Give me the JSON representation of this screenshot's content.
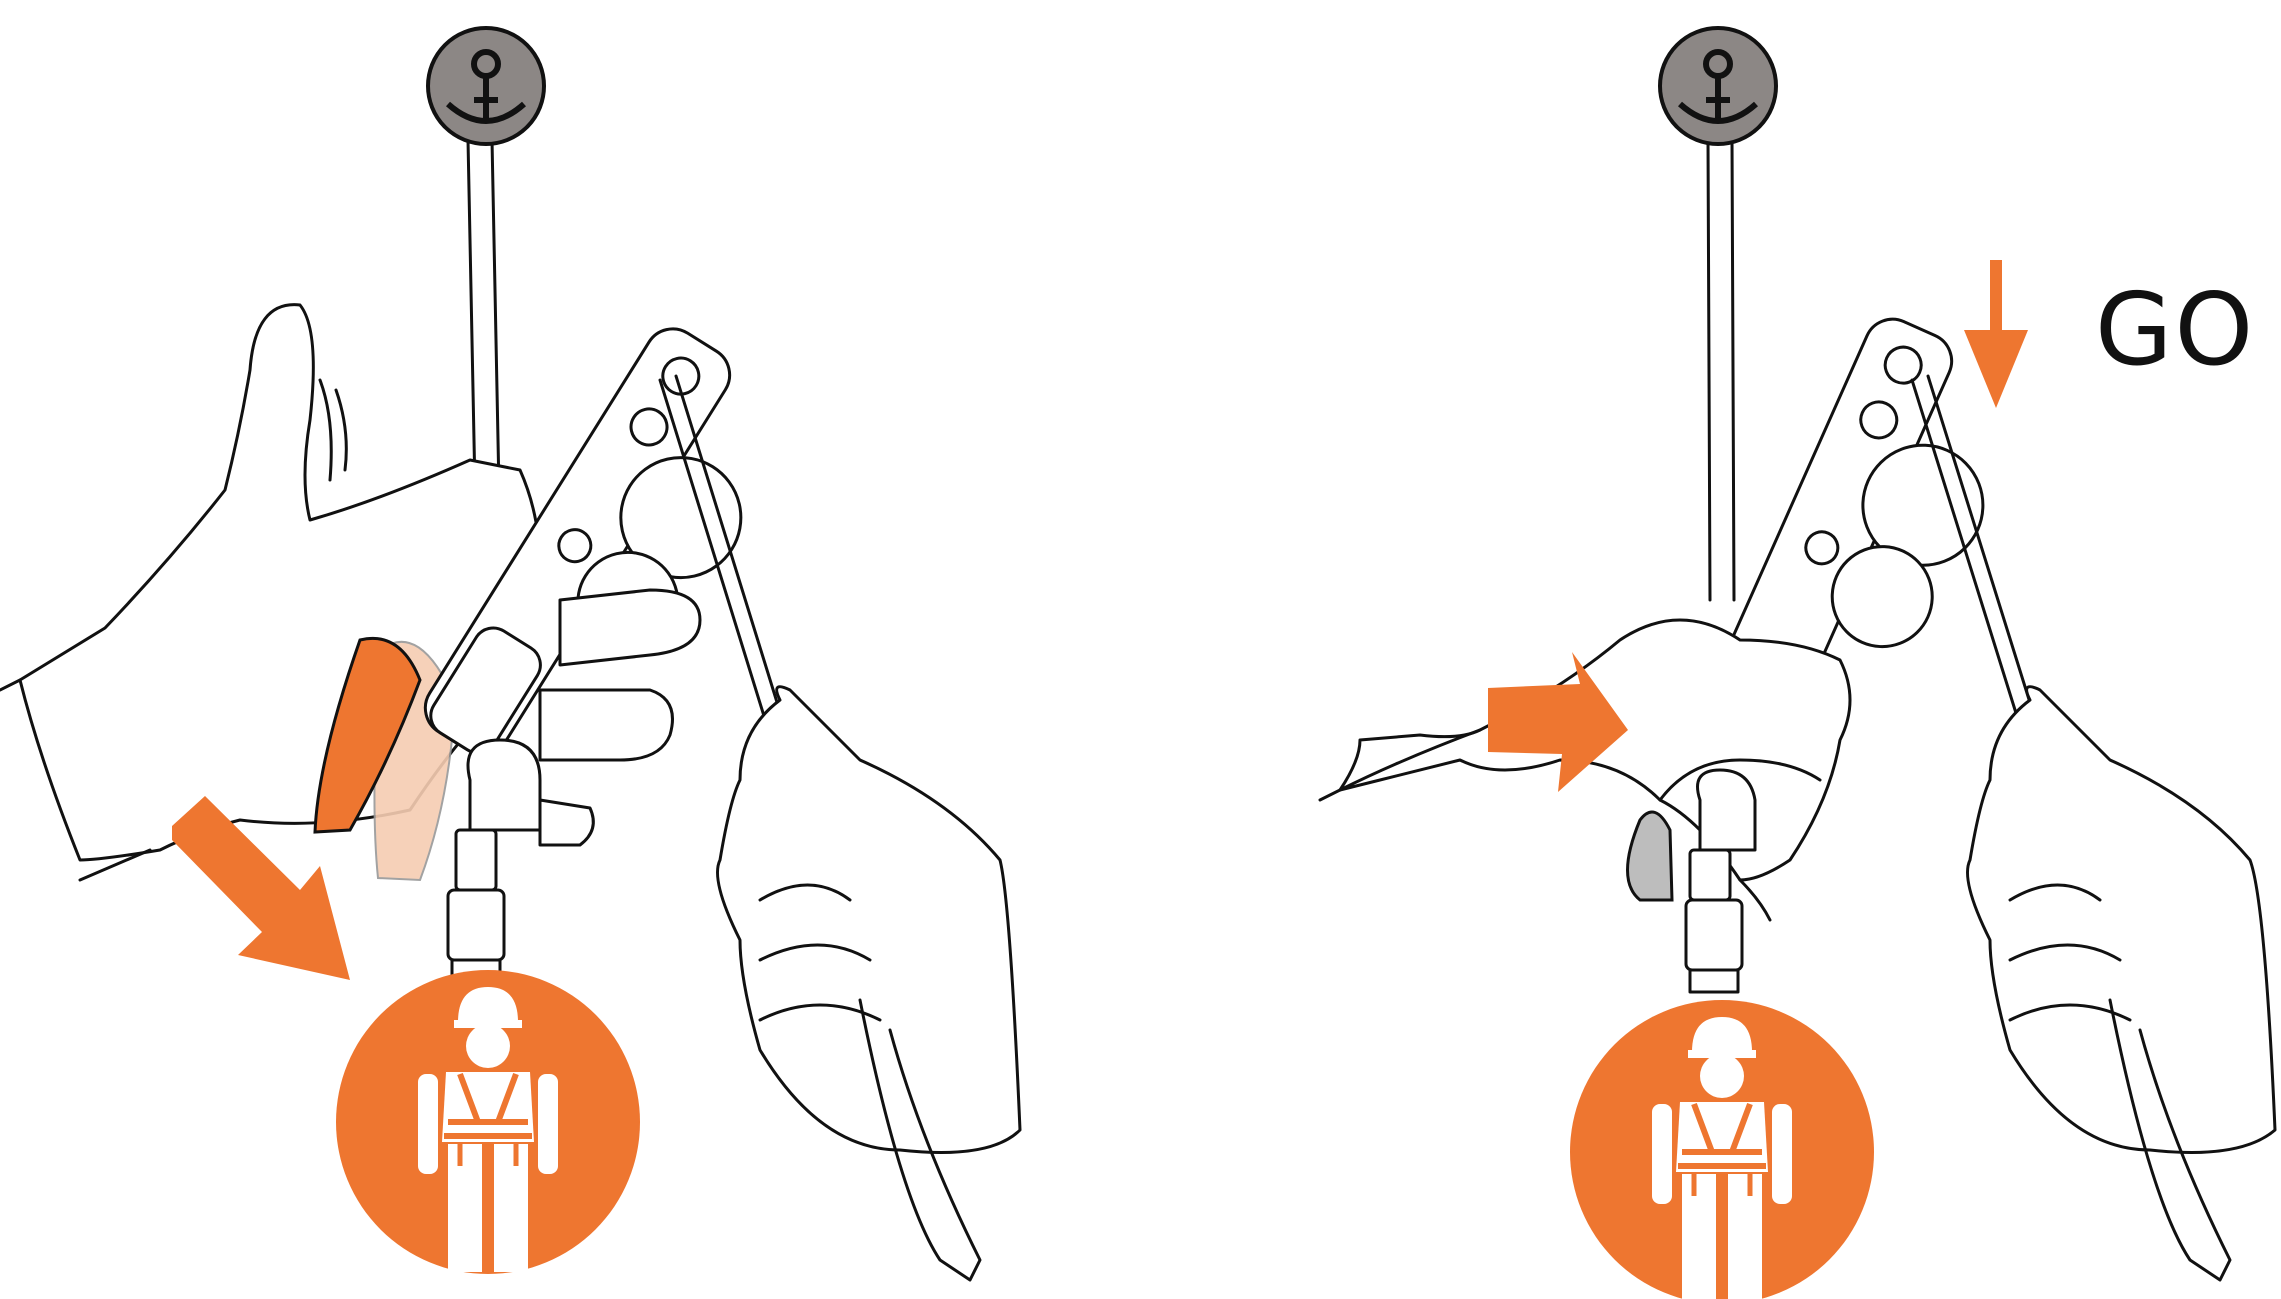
{
  "colors": {
    "accent": "#EE7630",
    "anchor_gray": "#8C8785",
    "ghost_finger": "#F6CDB2",
    "lever_gray": "#BDBDBD",
    "line": "#111111"
  },
  "panels": [
    {
      "name": "left",
      "icons": [
        "anchor-icon",
        "worker-harness-icon",
        "arrow-down-right-icon"
      ]
    },
    {
      "name": "right",
      "icons": [
        "anchor-icon",
        "worker-harness-icon",
        "arrow-right-icon",
        "arrow-down-icon"
      ],
      "label": "GO !"
    }
  ]
}
